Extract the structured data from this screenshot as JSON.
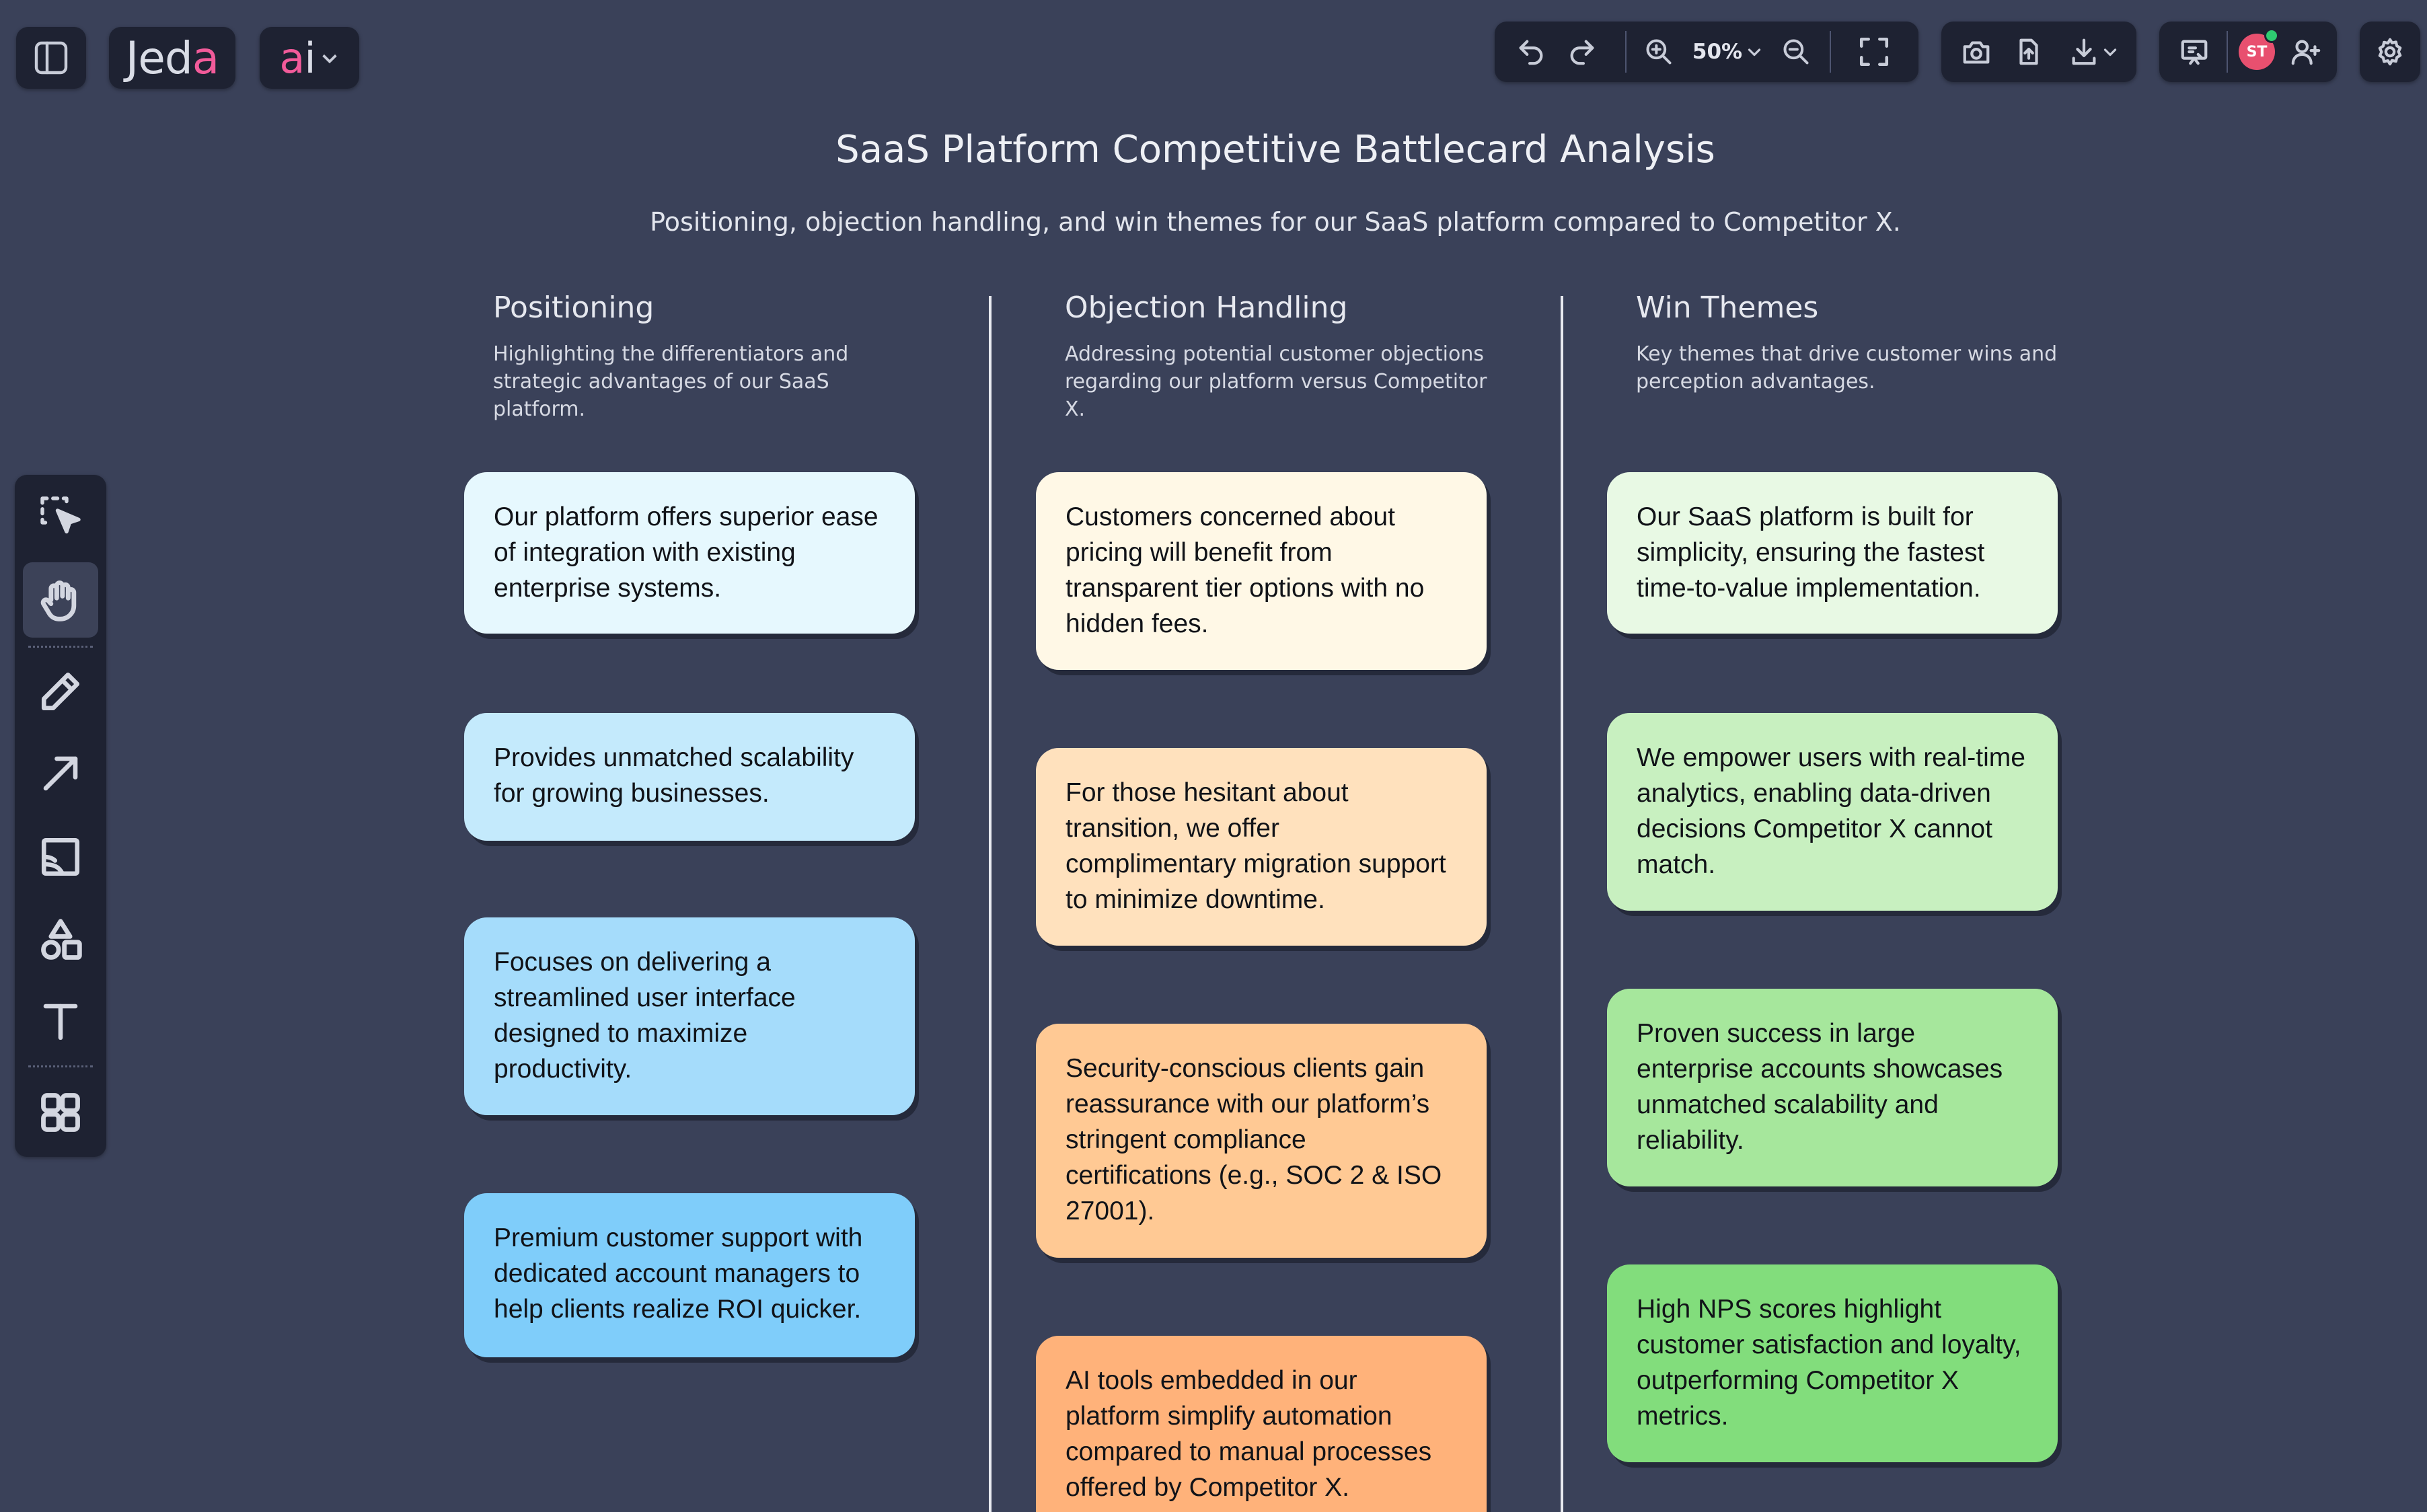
{
  "app": {
    "logo_text": "Jed",
    "logo_accent": "a",
    "ai_text": "ai",
    "ai_accent": "a"
  },
  "toolbar": {
    "zoom": "50%",
    "avatar_initials": "ST"
  },
  "board": {
    "title": "SaaS Platform Competitive Battlecard Analysis",
    "subtitle": "Positioning, objection handling, and win themes for our SaaS platform compared to Competitor X."
  },
  "columns": [
    {
      "heading": "Positioning",
      "description": "Highlighting the differentiators and strategic advantages of our SaaS platform.",
      "cards": [
        {
          "text": "Our platform offers superior ease of integration with existing enterprise systems.",
          "color": "#e6f8fe"
        },
        {
          "text": "Provides unmatched scalability for growing businesses.",
          "color": "#c4eafc"
        },
        {
          "text": "Focuses on delivering a streamlined user interface designed to maximize productivity.",
          "color": "#a5dcfb"
        },
        {
          "text": "Premium customer support with dedicated account managers to help clients realize ROI quicker.",
          "color": "#7fcdfa"
        }
      ]
    },
    {
      "heading": "Objection Handling",
      "description": "Addressing potential customer objections regarding our platform versus Competitor X.",
      "cards": [
        {
          "text": "Customers concerned about pricing will benefit from transparent tier options with no hidden fees.",
          "color": "#fff8e6"
        },
        {
          "text": "For those hesitant about transition, we offer complimentary migration support to minimize downtime.",
          "color": "#ffe1bd"
        },
        {
          "text": "Security-conscious clients gain reassurance with our platform’s stringent compliance certifications (e.g., SOC 2 & ISO 27001).",
          "color": "#ffc994"
        },
        {
          "text": "AI tools embedded in our platform simplify automation compared to manual processes offered by Competitor X.",
          "color": "#ffb27a"
        }
      ]
    },
    {
      "heading": "Win Themes",
      "description": "Key themes that drive customer wins and perception advantages.",
      "cards": [
        {
          "text": "Our SaaS platform is built for simplicity, ensuring the fastest time-to-value implementation.",
          "color": "#e8f9e4"
        },
        {
          "text": "We empower users with real-time analytics, enabling data-driven decisions Competitor X cannot match.",
          "color": "#c8f0c0"
        },
        {
          "text": "Proven success in large enterprise accounts showcases unmatched scalability and reliability.",
          "color": "#a6e79c"
        },
        {
          "text": "High NPS scores highlight customer satisfaction and loyalty, outperforming Competitor X metrics.",
          "color": "#82dd7c"
        }
      ]
    }
  ]
}
